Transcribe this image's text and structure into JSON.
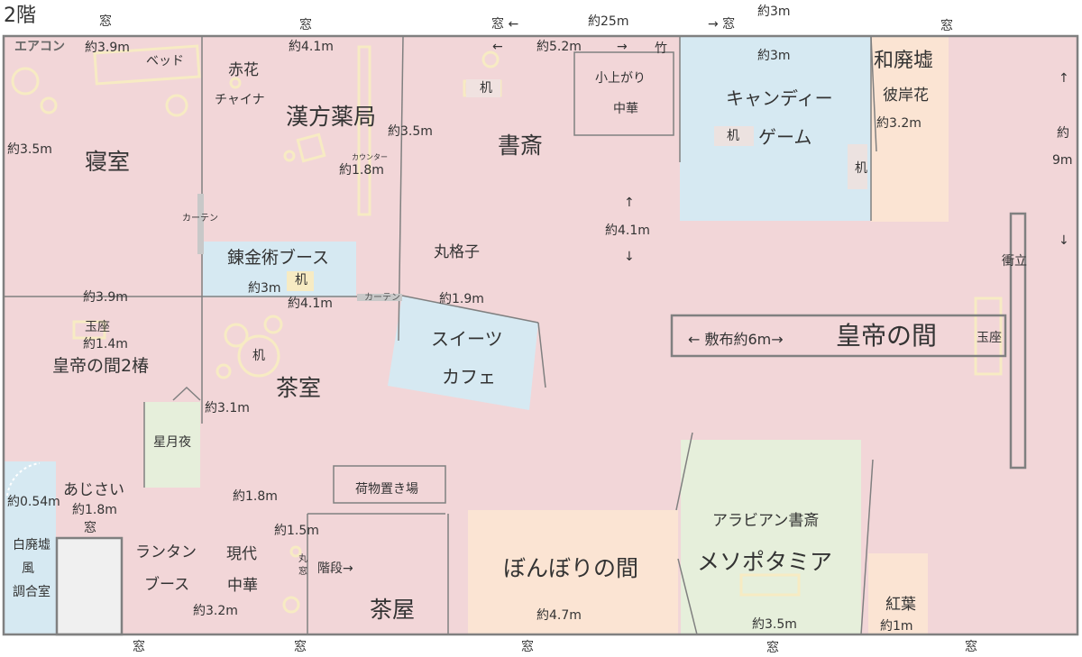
{
  "floor": "2階",
  "aircon": "エアコン",
  "window": "窓",
  "colors": {
    "pink": "#f2d6d8",
    "blue": "#d6e9f2",
    "peach": "#fbe4d3",
    "green": "#e6efdb",
    "line": "#808080",
    "deco": "#f7ebc3",
    "text": "#333333"
  },
  "rooms": {
    "bedroom": "寝室",
    "herbal": "漢方薬局",
    "study": "書斎",
    "candy": "キャンディーゲーム",
    "candy_1": "キャンディー",
    "candy_2": "ゲーム",
    "wahaikyo": "和廃墟",
    "alchemy": "錬金術ブース",
    "marugoushi": "丸格子",
    "sweets_1": "スイーツ",
    "sweets_2": "カフェ",
    "emperor": "皇帝の間",
    "emperor2": "皇帝の間2椿",
    "tea_room": "茶室",
    "hoshizukiyo": "星月夜",
    "ajisai": "あじさい",
    "lantern_1": "ランタン",
    "lantern_2": "ブース",
    "gendai_1": "現代",
    "gendai_2": "中華",
    "luggage": "荷物置き場",
    "stairs": "階段→",
    "chaya": "茶屋",
    "bonbori": "ぼんぼりの間",
    "arabian": "アラビアン書斎",
    "mesopotamia": "メソポタミア",
    "koyo_1": "紅葉",
    "koyo_2": "約1m",
    "shiro_1": "白廃墟",
    "shiro_2": "風",
    "shiro_3": "調合室",
    "koagari_1": "小上がり",
    "koagari_2": "中華",
    "akahana_1": "赤花",
    "akahana_2": "チャイナ",
    "higanbana": "彼岸花",
    "tsuitate": "衝立",
    "bed": "ベッド"
  },
  "furniture": {
    "desk": "机",
    "counter": "カウンター",
    "throne": "玉座",
    "curtain": "カーテン",
    "maru_mado": "丸窓",
    "take": "竹",
    "shikifu": "← 敷布約6m→"
  },
  "dims": {
    "top_width": "約25m",
    "arrow_l": "窓 ←",
    "arrow_r": "→ 窓",
    "top_3m": "約3m",
    "d_39m": "約3.9m",
    "d_41m": "約4.1m",
    "d_52m": "約5.2m",
    "d_arrow_l": "←",
    "d_arrow_r": "→",
    "d_3m_candy": "約3m",
    "d_35m_left": "約3.5m",
    "d_35m_mid": "約3.5m",
    "d_18m_counter": "約1.8m",
    "d_32m_top": "約3.2m",
    "d_yaku": "約",
    "d_9m": "9m",
    "arrow_up": "↑",
    "arrow_down": "↓",
    "d_41m_study": "約4.1m",
    "d_39m_mid": "約3.9m",
    "d_3m_alch": "約3m",
    "d_41m_alch": "約4.1m",
    "d_19m": "約1.9m",
    "d_14m": "約1.4m",
    "d_31m": "約3.1m",
    "d_054m": "約0.54m",
    "d_18m_ajisai": "約1.8m",
    "d_18m_low": "約1.8m",
    "d_15m": "約1.5m",
    "d_32m_bottom": "約3.2m",
    "d_47m": "約4.7m",
    "d_35m_bottom": "約3.5m"
  }
}
